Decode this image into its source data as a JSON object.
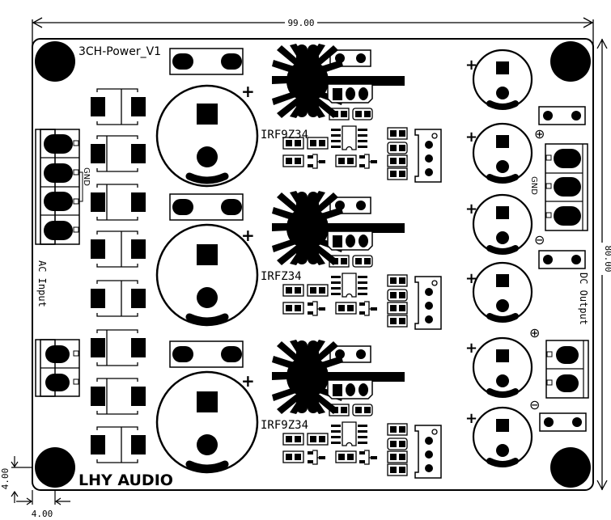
{
  "board": {
    "title": "3CH-Power_V1",
    "brand": "LHY AUDIO",
    "bg_color": "#ffffff",
    "ink_color": "#000000"
  },
  "dimensions": {
    "width": "99.00",
    "height": "80.00",
    "hole_offset_x": "4.00",
    "hole_offset_y": "4.00"
  },
  "labels": {
    "ac_input": "AC Input",
    "ac_gnd": "GND",
    "dc_output": "DC Output",
    "dc_gnd": "GND",
    "plus_symbol": "+",
    "pos_symbol": "⊕",
    "neg_symbol": "⊖"
  },
  "regulators": [
    {
      "part": "IRF9Z34"
    },
    {
      "part": "IRFZ34"
    },
    {
      "part": "IRF9Z34"
    }
  ]
}
